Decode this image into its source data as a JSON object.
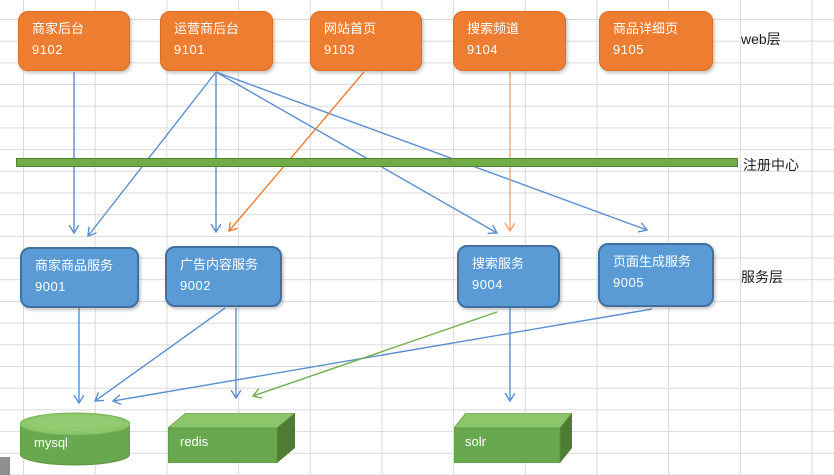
{
  "layers": {
    "web_label": "web层",
    "registry_label": "注册中心",
    "service_label": "服务层"
  },
  "web_nodes": [
    {
      "name": "商家后台",
      "port": "9102"
    },
    {
      "name": "运营商后台",
      "port": "9101"
    },
    {
      "name": "网站首页",
      "port": "9103"
    },
    {
      "name": "搜索频道",
      "port": "9104"
    },
    {
      "name": "商品详细页",
      "port": "9105"
    }
  ],
  "service_nodes": [
    {
      "name": "商家商品服务",
      "port": "9001"
    },
    {
      "name": "广告内容服务",
      "port": "9002"
    },
    {
      "name": "搜索服务",
      "port": "9004"
    },
    {
      "name": "页面生成服务",
      "port": "9005"
    }
  ],
  "datastores": [
    {
      "name": "mysql",
      "shape": "cylinder"
    },
    {
      "name": "redis",
      "shape": "cuboid"
    },
    {
      "name": "solr",
      "shape": "cuboid"
    }
  ],
  "colors": {
    "blue": "#5B8FD0",
    "orange": "#ED7D31",
    "orange_light": "#F2A272",
    "green": "#70AD47",
    "node_orange_fill": "#ED7D31",
    "node_blue_fill": "#5B9BD5",
    "node_blue_border": "#41719C",
    "bar_fill": "#70AD47",
    "store_front": "#6AA84F",
    "store_top": "#8CC66A",
    "store_side": "#4F7D33"
  },
  "edges": [
    {
      "from": "9102",
      "to": "9001",
      "color": "blue",
      "points": [
        74,
        72,
        74,
        233
      ]
    },
    {
      "from": "9101",
      "to": "9001",
      "color": "blue",
      "points": [
        216,
        72,
        88,
        236
      ]
    },
    {
      "from": "9101",
      "to": "9002",
      "color": "blue",
      "points": [
        216,
        72,
        216,
        232
      ]
    },
    {
      "from": "9101",
      "to": "9004",
      "color": "blue",
      "points": [
        216,
        72,
        497,
        233
      ]
    },
    {
      "from": "9101",
      "to": "9005",
      "color": "blue",
      "points": [
        216,
        72,
        647,
        230
      ]
    },
    {
      "from": "9103",
      "to": "9002",
      "color": "orange",
      "points": [
        364,
        72,
        229,
        231
      ]
    },
    {
      "from": "9104",
      "to": "9004",
      "color": "orange_light",
      "points": [
        510,
        72,
        510,
        231
      ]
    },
    {
      "from": "9001",
      "to": "mysql",
      "color": "blue",
      "points": [
        79,
        308,
        79,
        403
      ]
    },
    {
      "from": "9002",
      "to": "mysql",
      "color": "blue",
      "points": [
        225,
        308,
        95,
        401
      ]
    },
    {
      "from": "9002",
      "to": "redis",
      "color": "blue",
      "points": [
        236,
        308,
        236,
        398
      ]
    },
    {
      "from": "9004",
      "to": "solr",
      "color": "blue",
      "points": [
        510,
        308,
        510,
        401
      ]
    },
    {
      "from": "9005",
      "to": "mysql",
      "color": "blue",
      "points": [
        652,
        309,
        113,
        401
      ]
    },
    {
      "from": "9004",
      "to": "redis",
      "color": "green",
      "points": [
        497,
        312,
        253,
        396
      ]
    }
  ]
}
